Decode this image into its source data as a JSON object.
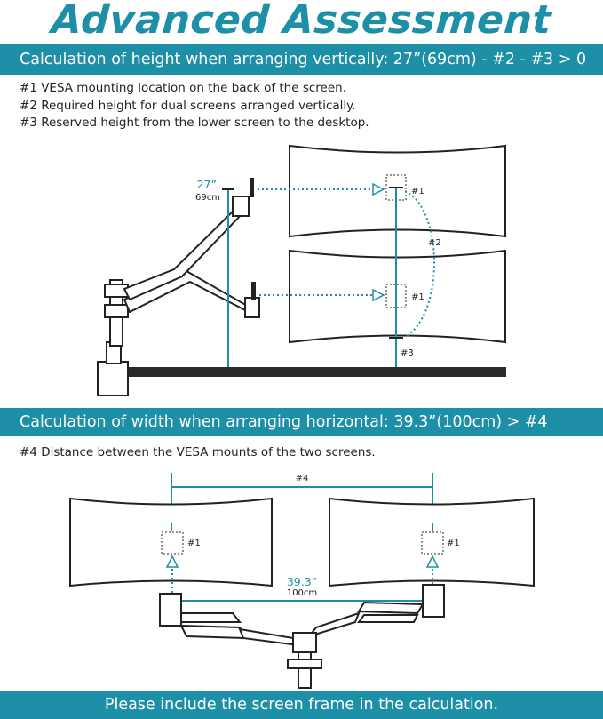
{
  "title": "Advanced Assessment",
  "vertical": {
    "banner": "Calculation of height when arranging vertically: 27”(69cm) - #2 - #3 > 0",
    "notes": [
      "#1 VESA mounting location on the back of the screen.",
      "#2 Required height for dual screens arranged vertically.",
      "#3 Reserved height from the lower screen to the desktop."
    ],
    "height_in": "27”",
    "height_cm": "69cm",
    "labels": {
      "vesa_top": "#1",
      "vesa_bottom": "#1",
      "span": "#2",
      "reserve": "#3"
    }
  },
  "horizontal": {
    "banner": "Calculation of width when arranging horizontal: 39.3”(100cm) > #4",
    "note": "#4 Distance between the VESA mounts of the two screens.",
    "distance_label": "#4",
    "width_in": "39.3”",
    "width_cm": "100cm",
    "labels": {
      "vesa_left": "#1",
      "vesa_right": "#1"
    }
  },
  "footer": "Please include the screen frame in the calculation.",
  "colors": {
    "accent": "#1d8fa6",
    "line": "#222222",
    "desk": "#2b2b2b"
  }
}
